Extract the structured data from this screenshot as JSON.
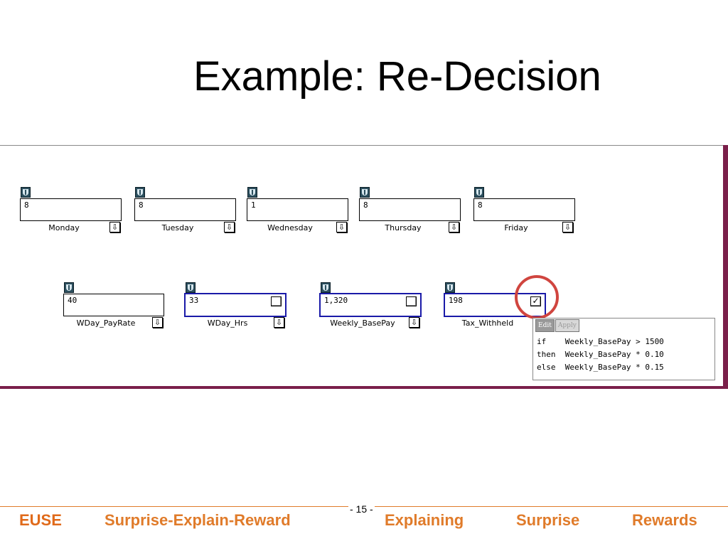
{
  "slide": {
    "title": "Example: Re-Decision",
    "page_number": "- 15 -"
  },
  "cells_row1": [
    {
      "value": "8",
      "label": "Monday"
    },
    {
      "value": "8",
      "label": "Tuesday"
    },
    {
      "value": "1",
      "label": "Wednesday"
    },
    {
      "value": "8",
      "label": "Thursday"
    },
    {
      "value": "8",
      "label": "Friday"
    }
  ],
  "cells_row2": [
    {
      "value": "40",
      "label": "WDay_PayRate"
    },
    {
      "value": "33",
      "label": "WDay_Hrs"
    },
    {
      "value": "1,320",
      "label": "Weekly_BasePay"
    },
    {
      "value": "198",
      "label": "Tax_Withheld"
    }
  ],
  "checkbox_marks": {
    "checked": "✓"
  },
  "arrow_glyph": "⇩",
  "formula": {
    "edit_label": "Edit",
    "apply_label": "Apply",
    "lines": [
      "if    Weekly_BasePay > 1500",
      "then  Weekly_BasePay * 0.10",
      "else  Weekly_BasePay * 0.15"
    ]
  },
  "footer": {
    "links": [
      "EUSE",
      "Surprise-Explain-Reward",
      "Explaining",
      "Surprise",
      "Rewards"
    ]
  },
  "colors": {
    "accent": "#e07b2a",
    "highlight": "#d0453f",
    "window_frame": "#7a1f4a",
    "cell_border_active": "#1a1aa8"
  }
}
